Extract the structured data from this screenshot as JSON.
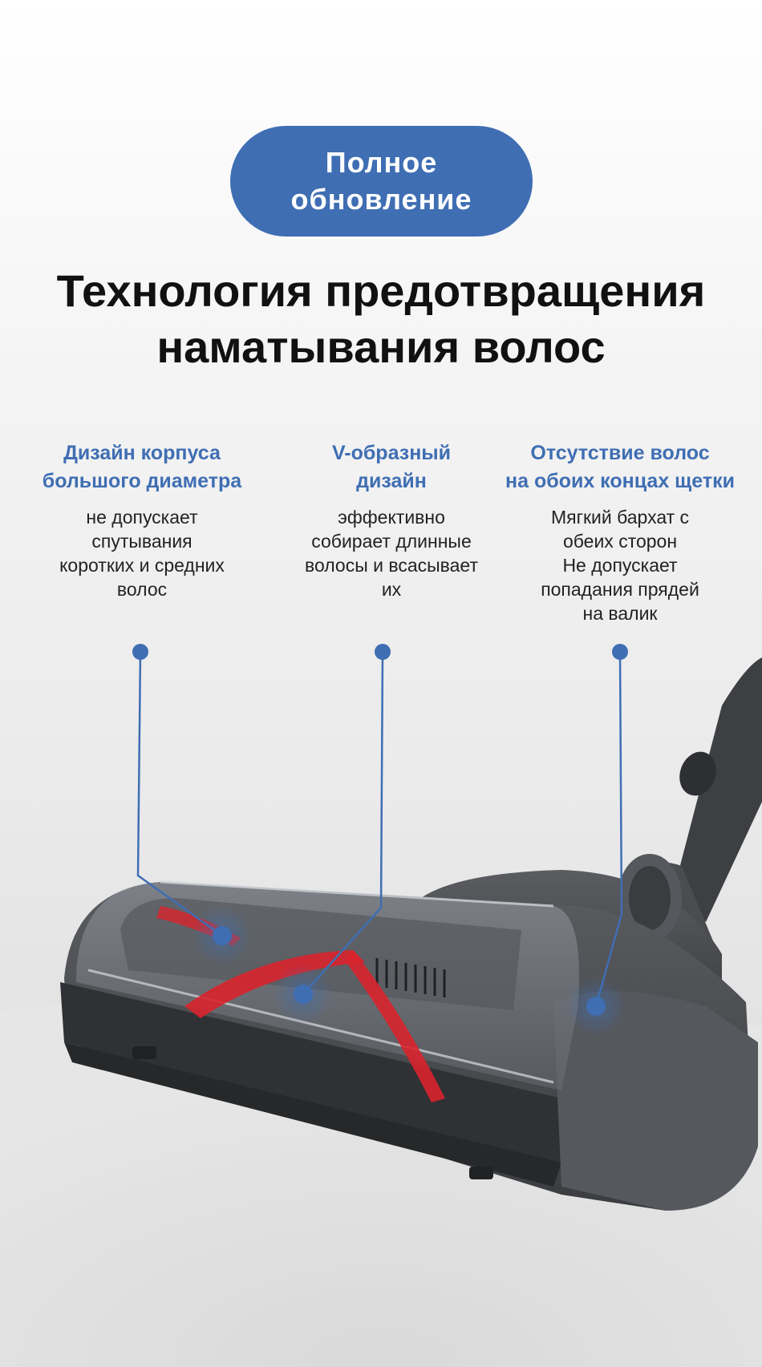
{
  "badge": {
    "lines": [
      "Полное",
      "обновление"
    ]
  },
  "title": {
    "lines": [
      "Технология предотвращения",
      "наматывания волос"
    ]
  },
  "features": [
    {
      "heading": [
        "Дизайн корпуса",
        "большого диаметра"
      ],
      "description": [
        "не допускает",
        "спутывания",
        "коротких и средних",
        "волос"
      ]
    },
    {
      "heading": [
        "V-образный",
        "дизайн"
      ],
      "description": [
        "эффективно",
        "собирает длинные",
        "волосы и всасывает",
        "их"
      ]
    },
    {
      "heading": [
        "Отсутствие волос",
        "на обоих концах щетки"
      ],
      "description": [
        "Мягкий бархат с",
        "обеих сторон",
        "Не допускает",
        "попадания прядей",
        "на валик"
      ]
    }
  ],
  "colors": {
    "accent": "#3f6eb3",
    "brush_bristles": "#d8242c",
    "device_body": "#4a4c50"
  }
}
